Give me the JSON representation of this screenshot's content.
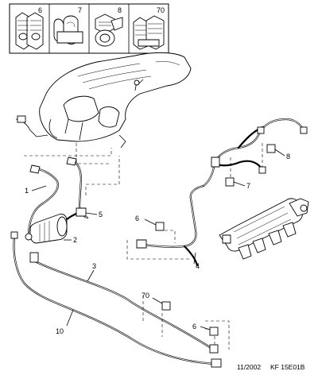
{
  "legend": {
    "clips": [
      {
        "ref": "6"
      },
      {
        "ref": "7"
      },
      {
        "ref": "8"
      },
      {
        "ref": "70"
      }
    ]
  },
  "callouts": {
    "c1": "1",
    "c2": "2",
    "c3": "3",
    "c4": "4",
    "c5": "5",
    "c6a": "6",
    "c6b": "6",
    "c7": "7",
    "c8": "8",
    "c10": "10",
    "c70": "70"
  },
  "footer": {
    "date": "11/2002",
    "code": "KF 15E01B"
  }
}
